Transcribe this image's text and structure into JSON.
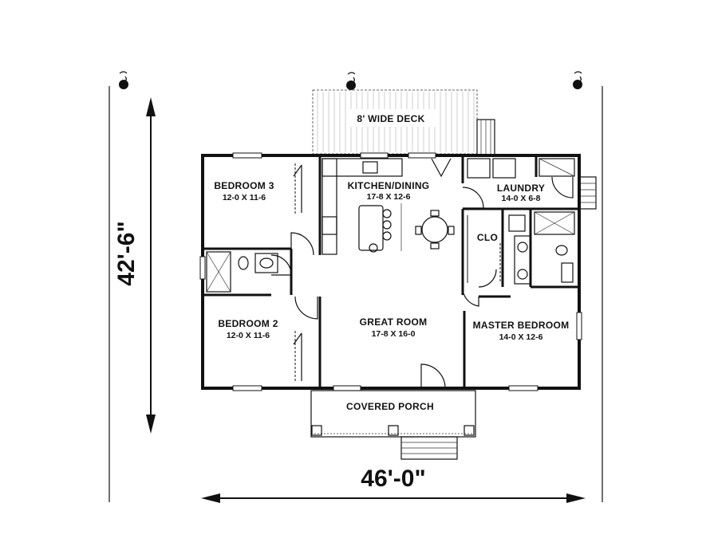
{
  "plan": {
    "overall_width": "46'-0\"",
    "overall_depth": "42'-6\""
  },
  "rooms": {
    "deck": {
      "name": "8' WIDE DECK"
    },
    "bedroom3": {
      "name": "BEDROOM 3",
      "size": "12-0 X 11-6"
    },
    "kitchen": {
      "name": "KITCHEN/DINING",
      "size": "17-8 X 12-6"
    },
    "laundry": {
      "name": "LAUNDRY",
      "size": "14-0 X 6-8"
    },
    "closet": {
      "name": "CLO"
    },
    "bedroom2": {
      "name": "BEDROOM 2",
      "size": "12-0 X 11-6"
    },
    "great_room": {
      "name": "GREAT ROOM",
      "size": "17-8 X 16-0"
    },
    "master": {
      "name": "MASTER BEDROOM",
      "size": "14-0 X 12-6"
    },
    "porch": {
      "name": "COVERED PORCH"
    }
  }
}
